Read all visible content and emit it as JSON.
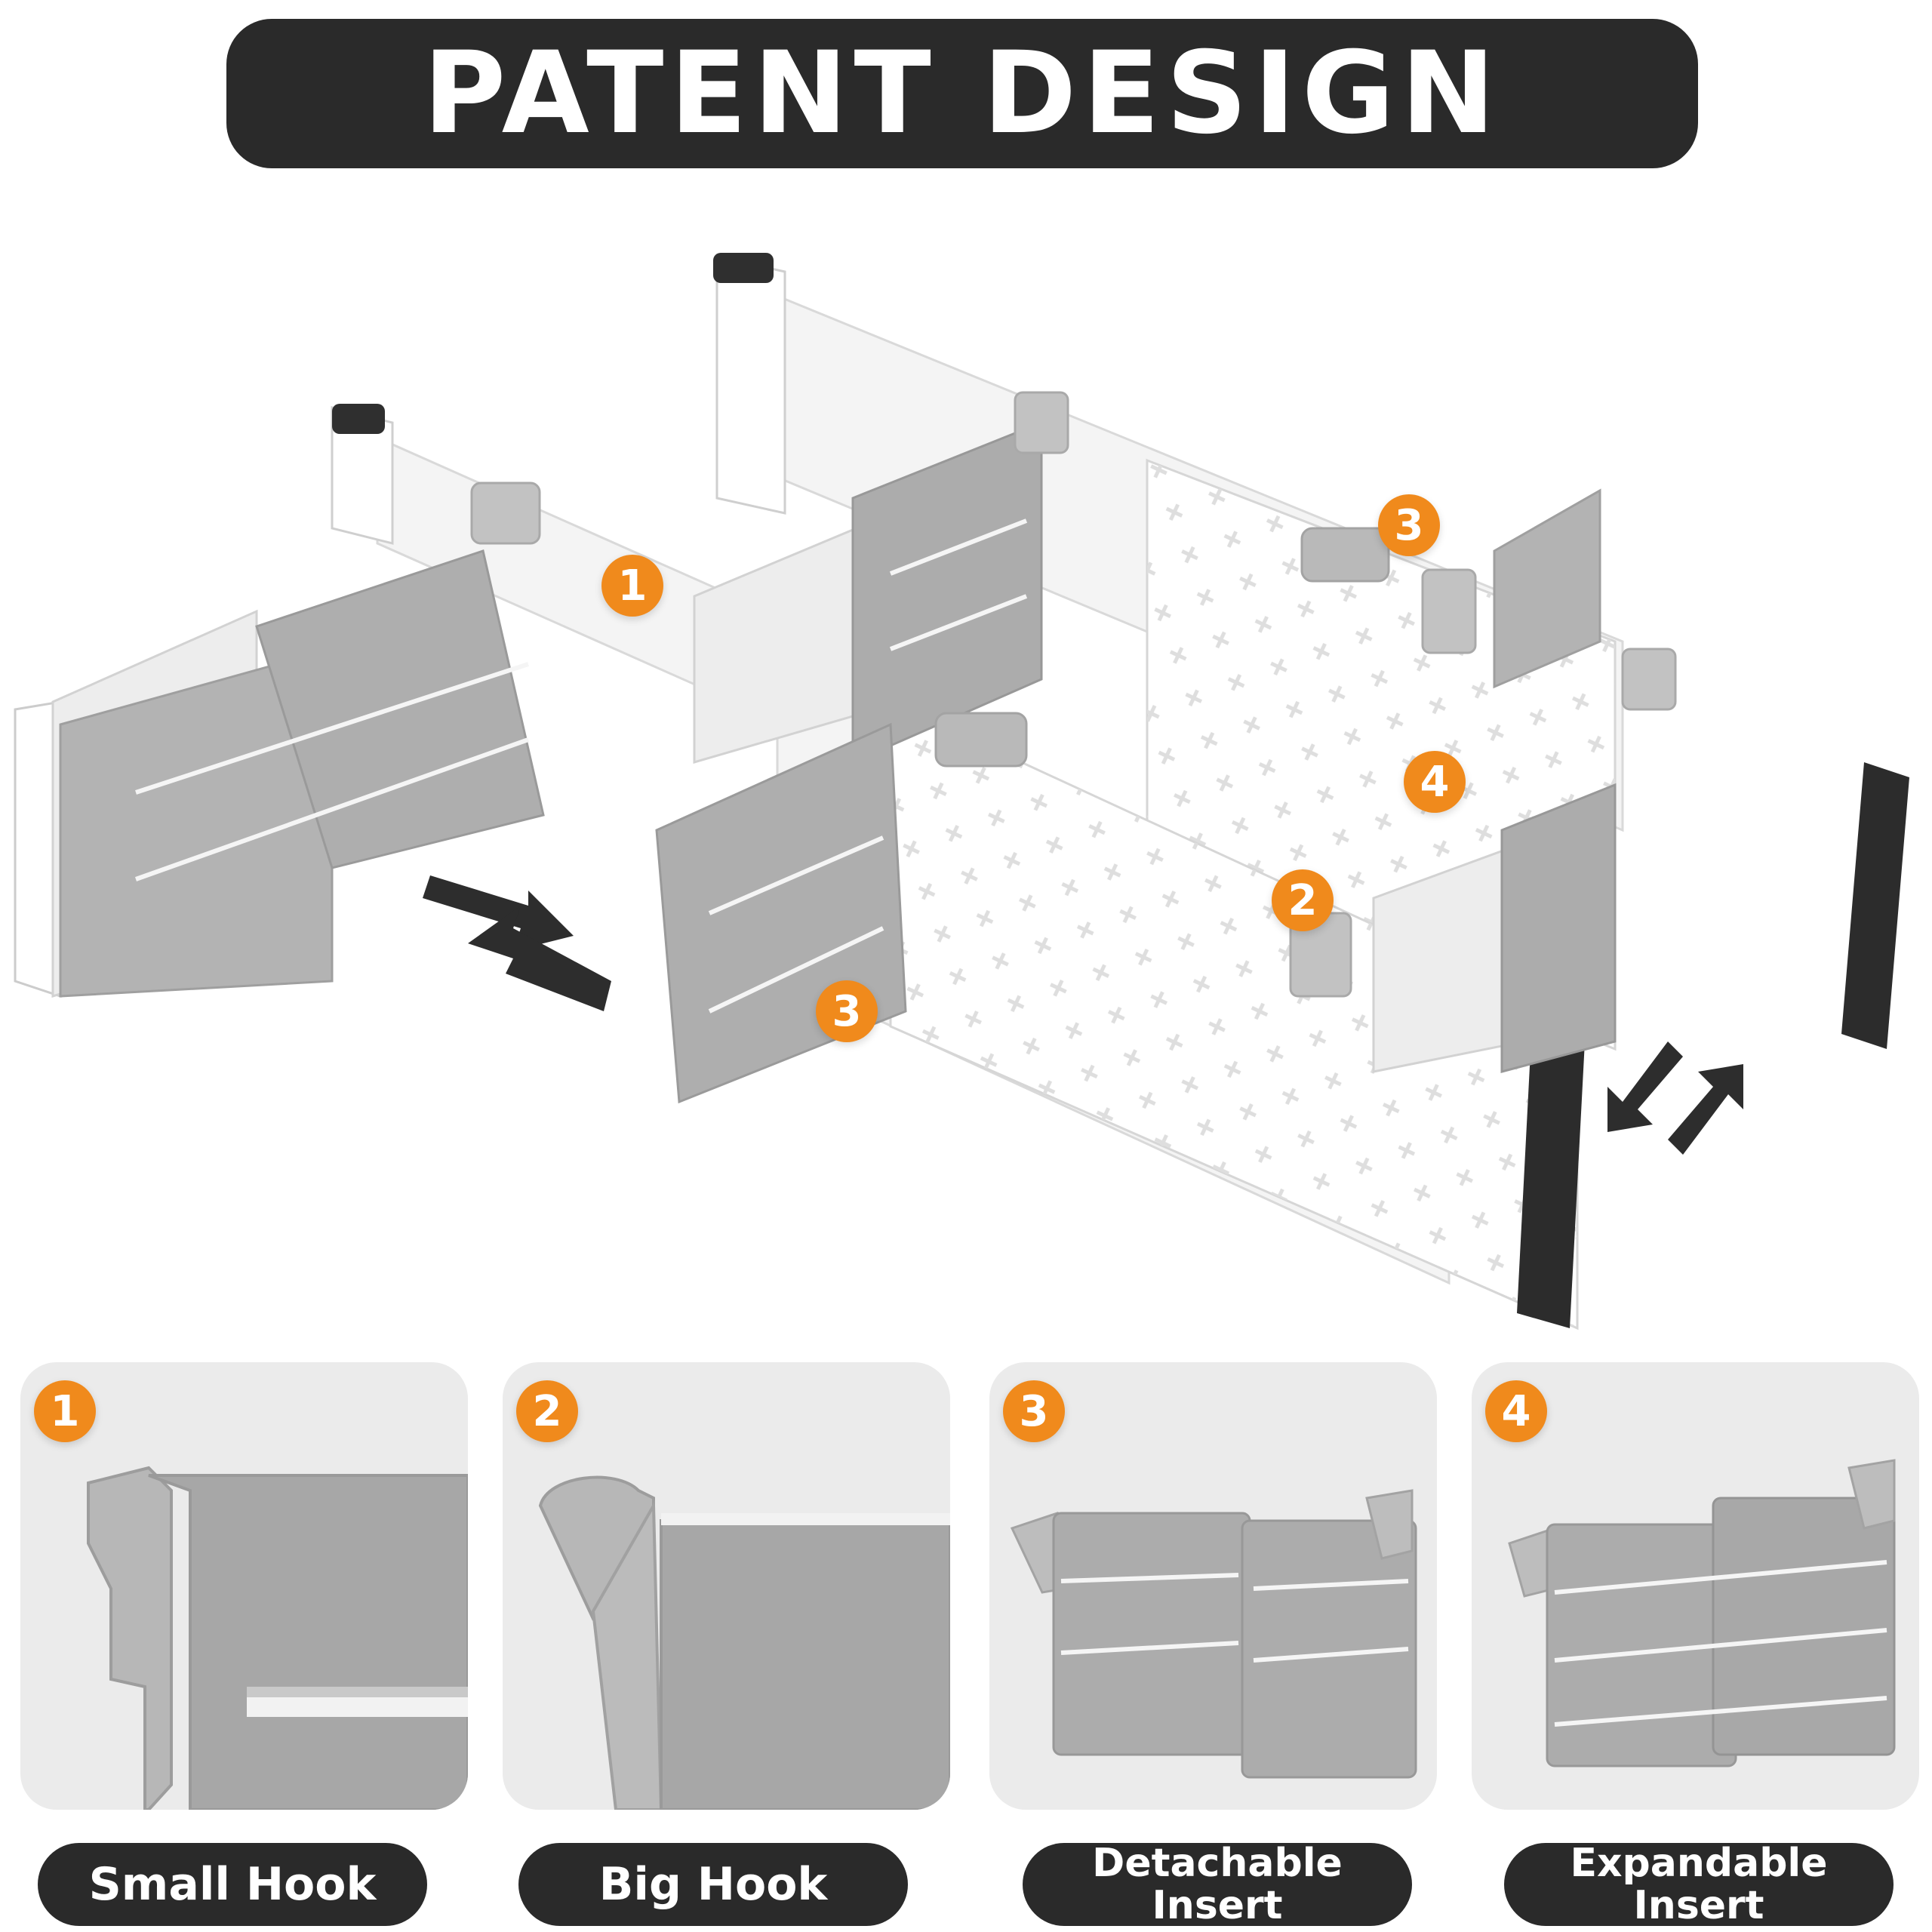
{
  "header": {
    "title": "PATENT DESIGN"
  },
  "callouts": [
    "1",
    "2",
    "3",
    "3",
    "4"
  ],
  "features": [
    {
      "number": "1",
      "label_line1": "Small Hook",
      "label_line2": ""
    },
    {
      "number": "2",
      "label_line1": "Big Hook",
      "label_line2": ""
    },
    {
      "number": "3",
      "label_line1": "Detachable",
      "label_line2": "Insert"
    },
    {
      "number": "4",
      "label_line1": "Expandable",
      "label_line2": "Insert"
    }
  ],
  "colors": {
    "accent": "#f08a1c",
    "banner": "#2a2a2a",
    "card": "#ebebeb",
    "insert": "#a9a9a9",
    "divider": "#f7f7f7"
  },
  "icons": [
    "push-arrows-icon",
    "pull-arrows-icon"
  ]
}
